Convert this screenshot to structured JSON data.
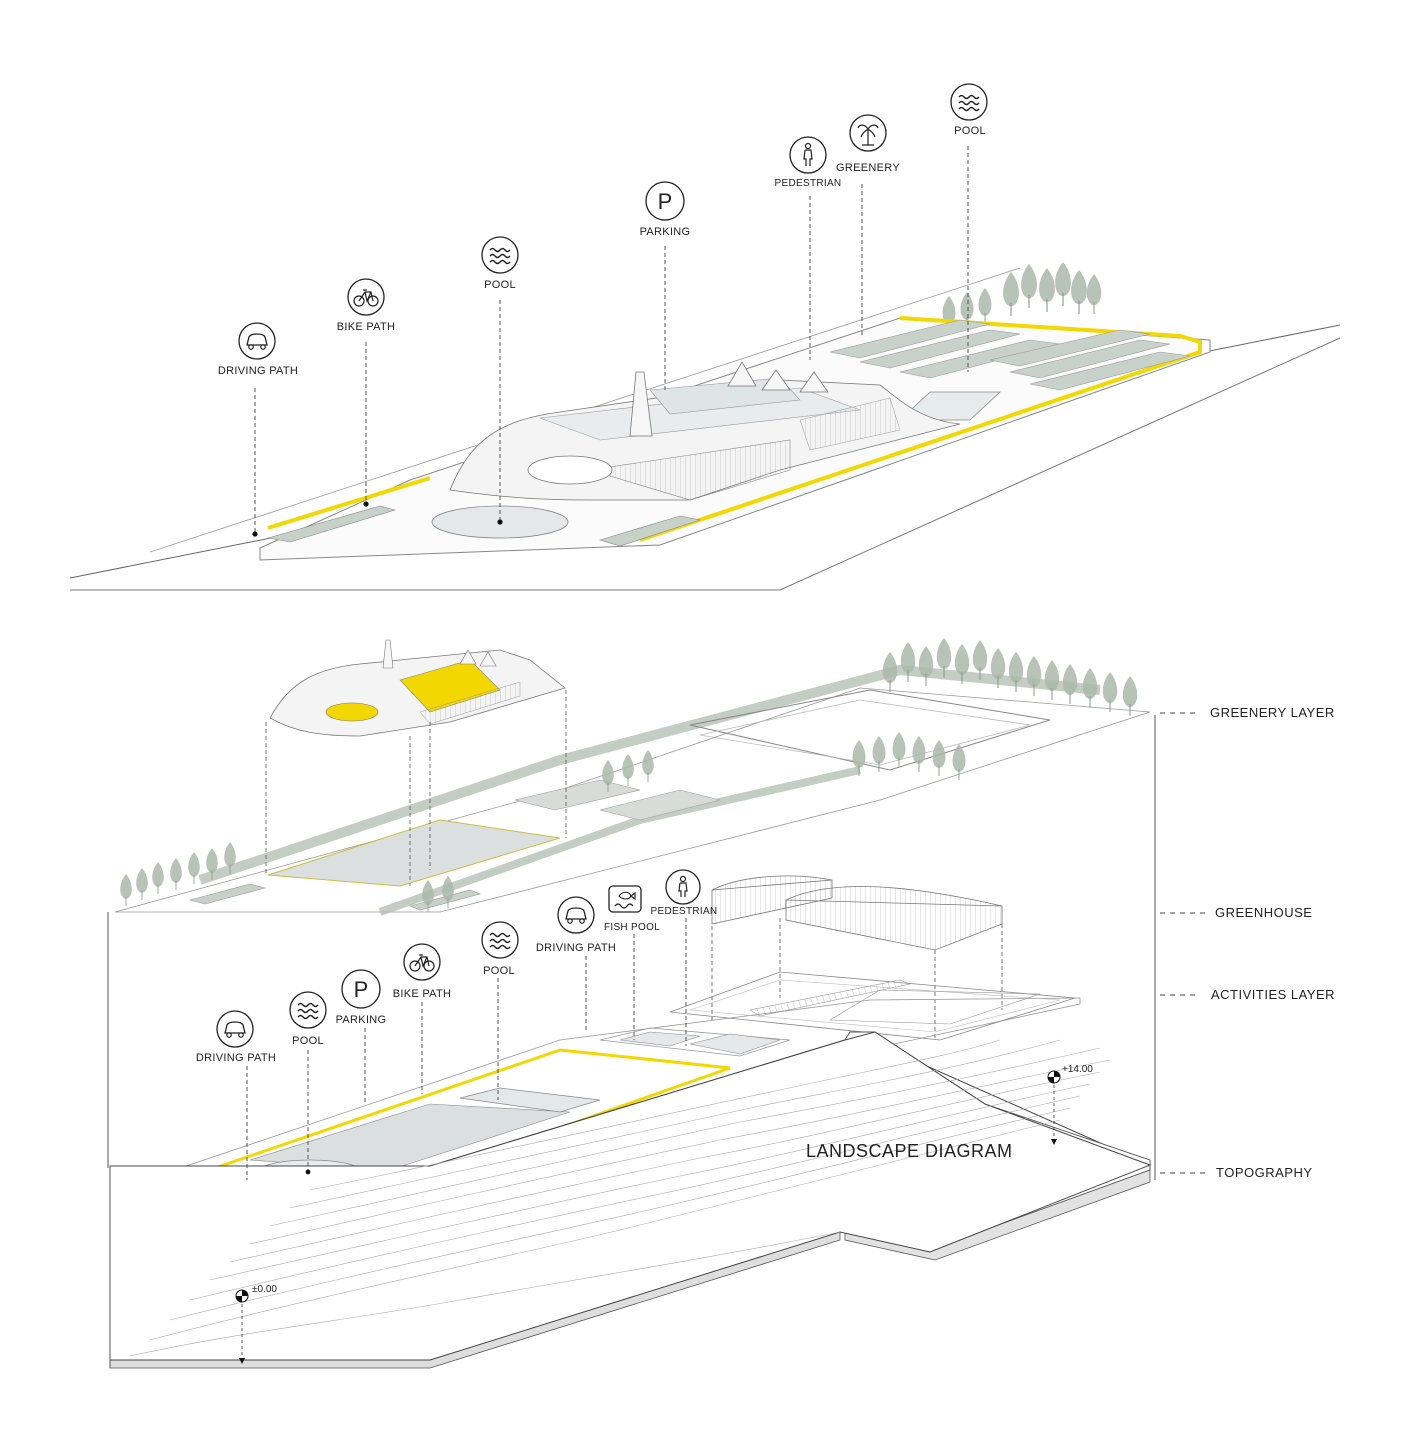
{
  "top_labels": {
    "driving_path": "DRIVING PATH",
    "bike_path": "BIKE PATH",
    "pool_1": "POOL",
    "parking": "PARKING",
    "pedestrian": "PEDESTRIAN",
    "greenery": "GREENERY",
    "pool_2": "POOL"
  },
  "bottom_labels": {
    "driving_path_1": "DRIVING PATH",
    "pool_1": "POOL",
    "parking": "PARKING",
    "bike_path": "BIKE PATH",
    "pool_2": "POOL",
    "driving_path_2": "DRIVING PATH",
    "fish_pool": "FISH POOL",
    "pedestrian": "PEDESTRIAN"
  },
  "layers": {
    "greenery": "GREENERY LAYER",
    "greenhouse": "GREENHOUSE",
    "activities": "ACTIVITIES LAYER",
    "topography": "TOPOGRAPHY"
  },
  "elevations": {
    "top": "+14.00",
    "bottom": "±0.00"
  },
  "title": "LANDSCAPE DIAGRAM",
  "icons": [
    "car-icon",
    "bicycle-icon",
    "waves-icon",
    "parking-icon",
    "pedestrian-icon",
    "palm-tree-icon",
    "fish-pool-icon"
  ],
  "colors": {
    "path_yellow": "#f2d800",
    "greenery": "#a9b8a9",
    "surface_grey": "#d5d9d8",
    "line": "#555555"
  }
}
